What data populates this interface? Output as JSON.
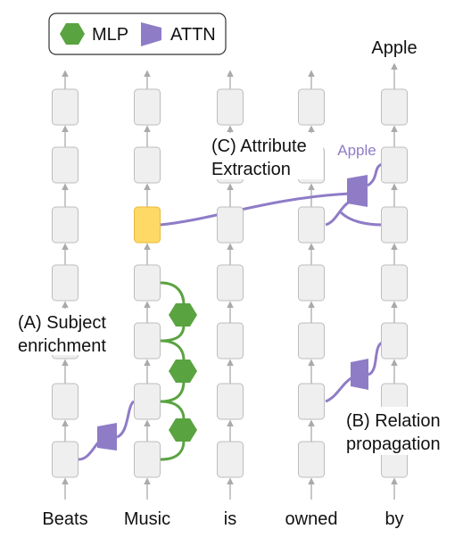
{
  "legend": {
    "mlp_label": "MLP",
    "attn_label": "ATTN"
  },
  "tokens": [
    "Beats",
    "Music",
    "is",
    "owned",
    "by"
  ],
  "output_label": "Apple",
  "attention_output_label": "Apple",
  "annotations": {
    "subject_enrichment": [
      "(A) Subject",
      "enrichment"
    ],
    "attribute_extraction": [
      "(C) Attribute",
      "Extraction"
    ],
    "relation_propagation": [
      "(B) Relation",
      "propagation"
    ]
  },
  "colors": {
    "mlp": "#5aa341",
    "attn": "#8f7cc7",
    "highlight": "#ffd966",
    "box": "#efefef",
    "box_border": "#bdbdbd",
    "arrow": "#aaaaaa"
  }
}
